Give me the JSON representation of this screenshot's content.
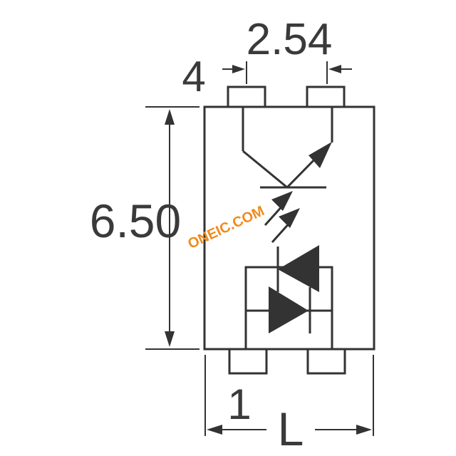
{
  "dimensions": {
    "pin_pitch": "2.54",
    "body_height": "6.50",
    "width": "L",
    "pin_top_label": "4",
    "pin_bottom_label": "1"
  },
  "watermark": {
    "text": "ONEIC.COM",
    "color": "#f08a1c"
  },
  "colors": {
    "line": "#333333",
    "text": "#3a3a3a"
  }
}
